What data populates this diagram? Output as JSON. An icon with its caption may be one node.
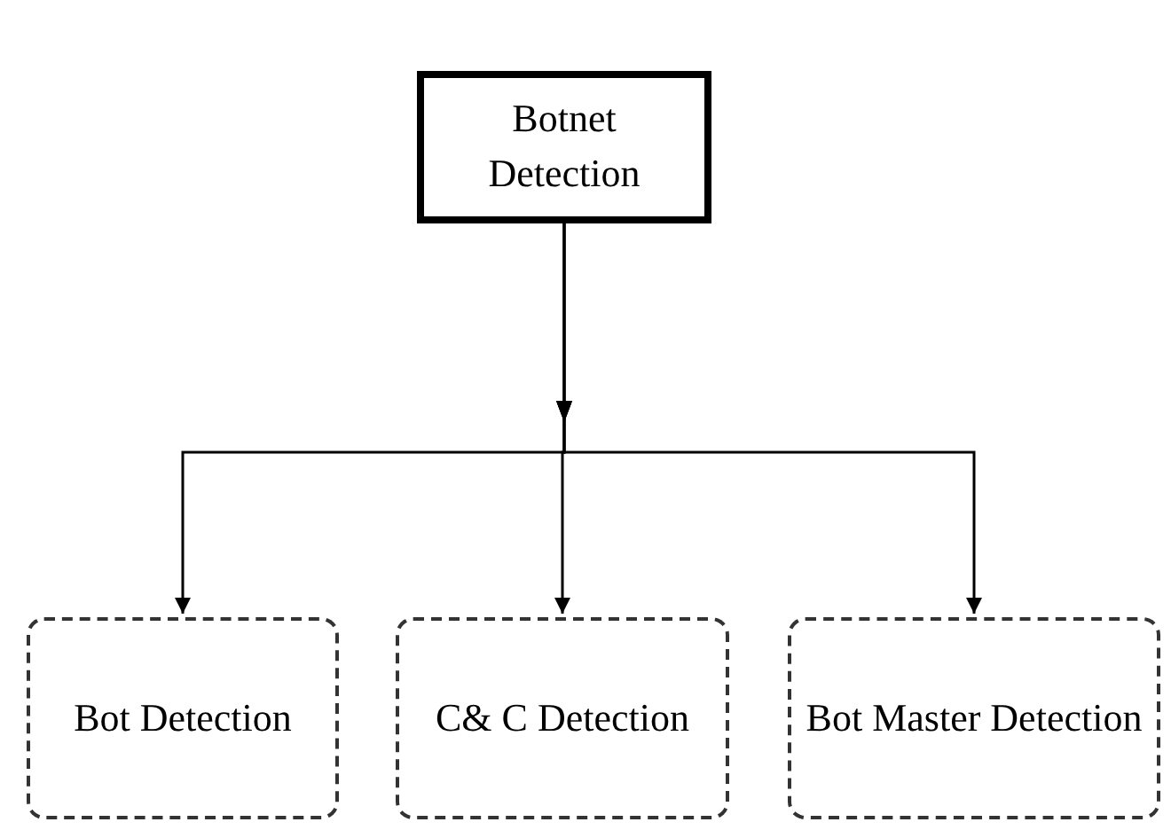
{
  "diagram": {
    "nodes": [
      {
        "text": [
          "Botnet Detection"
        ]
      },
      {
        "text": [
          "Bot Detection"
        ]
      },
      {
        "text": [
          "C& C Detection"
        ]
      },
      {
        "text": [
          "Bot Master Detection"
        ]
      }
    ],
    "edges": [
      {
        "from": 0,
        "to": 1,
        "arrow": "to"
      },
      {
        "from": 0,
        "to": 2,
        "arrow": "to"
      },
      {
        "from": 0,
        "to": 3,
        "arrow": "to"
      }
    ]
  }
}
